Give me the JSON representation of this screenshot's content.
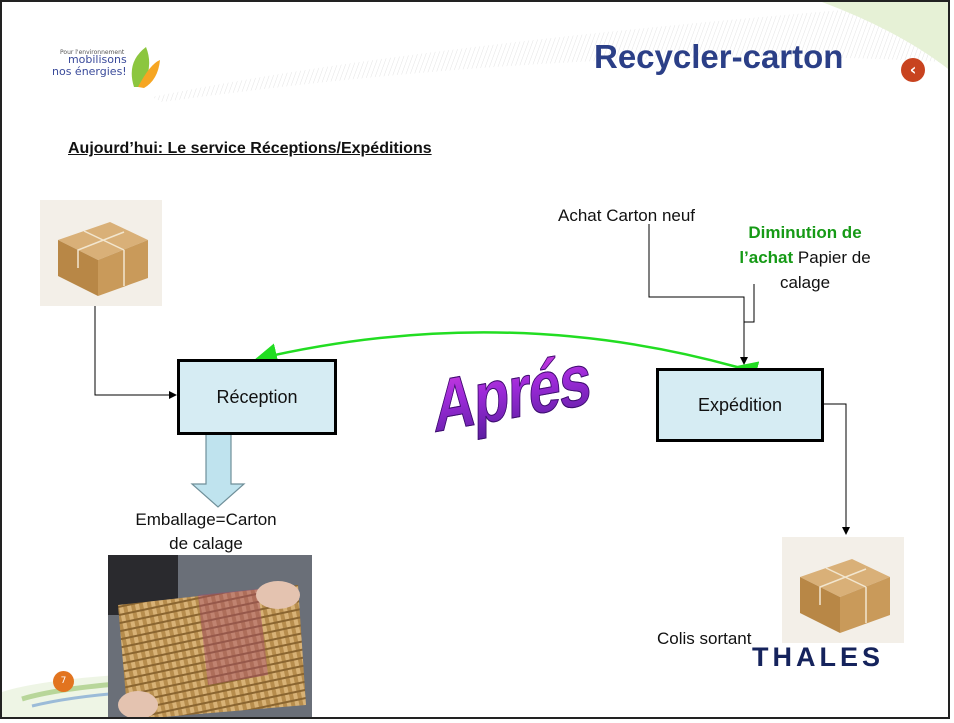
{
  "logo": {
    "small_text": "Pour l'environnement",
    "line1": "mobilisons",
    "line2": "nos énergies!"
  },
  "title": "Recycler-carton",
  "subtitle": "Aujourd’hui: Le service Réceptions/Expéditions",
  "nodes": {
    "reception": "Réception",
    "expedition": "Expédition"
  },
  "labels": {
    "achat_carton": "Achat Carton neuf",
    "diminution_green": "Diminution de l’achat",
    "diminution_line1_green": "Diminution de",
    "diminution_line2_green": "l’achat",
    "diminution_line2_rest": " Papier de",
    "diminution_line3": "calage",
    "emballage_line1": "Emballage=Carton",
    "emballage_line2": "de calage",
    "colis": "Colis sortant",
    "apres": "Aprés"
  },
  "footer": {
    "page_number": "7",
    "brand": "THALES"
  },
  "colors": {
    "title": "#2b3f87",
    "box_fill": "#d6ecf3",
    "green_arrow": "#22dd22",
    "highlight": "#169a16",
    "brand": "#15235c"
  }
}
